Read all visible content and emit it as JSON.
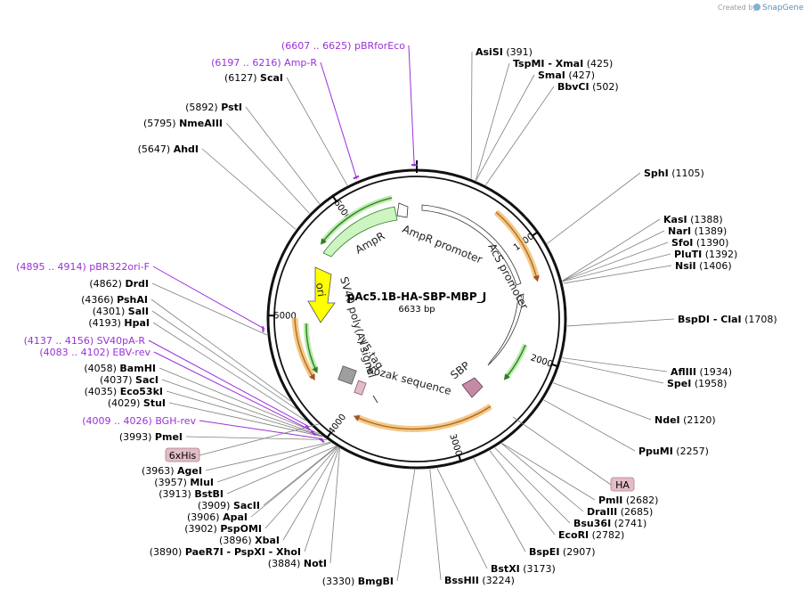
{
  "credit": {
    "prefix": "Created by",
    "brand": "SnapGene"
  },
  "plasmid": {
    "name": "pAc5.1B-HA-SBP-MBP_J",
    "length_label": "6633 bp",
    "length": 6633
  },
  "ticks": [
    {
      "pos": 1000,
      "label": "1000"
    },
    {
      "pos": 2000,
      "label": "2000"
    },
    {
      "pos": 3000,
      "label": "3000"
    },
    {
      "pos": 4000,
      "label": "4000"
    },
    {
      "pos": 5000,
      "label": "5000"
    },
    {
      "pos": 6000,
      "label": "6000"
    }
  ],
  "sites_right": [
    {
      "name": "AsiSI",
      "pos": 391,
      "poslabel": "(391)"
    },
    {
      "name": "TspMI",
      "name2": "XmaI",
      "pos": 425,
      "poslabel": "(425)"
    },
    {
      "name": "SmaI",
      "pos": 427,
      "poslabel": "(427)"
    },
    {
      "name": "BbvCI",
      "pos": 502,
      "poslabel": "(502)"
    },
    {
      "name": "SphI",
      "pos": 1105,
      "poslabel": "(1105)"
    },
    {
      "name": "KasI",
      "pos": 1388,
      "poslabel": "(1388)"
    },
    {
      "name": "NarI",
      "pos": 1389,
      "poslabel": "(1389)"
    },
    {
      "name": "SfoI",
      "pos": 1390,
      "poslabel": "(1390)"
    },
    {
      "name": "PluTI",
      "pos": 1392,
      "poslabel": "(1392)"
    },
    {
      "name": "NsiI",
      "pos": 1406,
      "poslabel": "(1406)"
    },
    {
      "name": "BspDI",
      "name2": "ClaI",
      "pos": 1708,
      "poslabel": "(1708)"
    },
    {
      "name": "AflIII",
      "pos": 1934,
      "poslabel": "(1934)"
    },
    {
      "name": "SpeI",
      "pos": 1958,
      "poslabel": "(1958)"
    },
    {
      "name": "NdeI",
      "pos": 2120,
      "poslabel": "(2120)"
    },
    {
      "name": "PpuMI",
      "pos": 2257,
      "poslabel": "(2257)"
    },
    {
      "name": "PmlI",
      "pos": 2682,
      "poslabel": "(2682)"
    },
    {
      "name": "DraIII",
      "pos": 2685,
      "poslabel": "(2685)"
    },
    {
      "name": "Bsu36I",
      "pos": 2741,
      "poslabel": "(2741)"
    },
    {
      "name": "EcoRI",
      "pos": 2782,
      "poslabel": "(2782)"
    },
    {
      "name": "BspEI",
      "pos": 2907,
      "poslabel": "(2907)"
    },
    {
      "name": "BstXI",
      "pos": 3173,
      "poslabel": "(3173)"
    },
    {
      "name": "BssHII",
      "pos": 3224,
      "poslabel": "(3224)"
    }
  ],
  "sites_left": [
    {
      "name": "BmgBI",
      "pos": 3330,
      "poslabel": "(3330)"
    },
    {
      "name": "NotI",
      "pos": 3884,
      "poslabel": "(3884)"
    },
    {
      "name": "PaeR7I",
      "name2": "PspXI",
      "name3": "XhoI",
      "pos": 3890,
      "poslabel": "(3890)"
    },
    {
      "name": "XbaI",
      "pos": 3896,
      "poslabel": "(3896)"
    },
    {
      "name": "PspOMI",
      "pos": 3902,
      "poslabel": "(3902)"
    },
    {
      "name": "ApaI",
      "pos": 3906,
      "poslabel": "(3906)"
    },
    {
      "name": "SacII",
      "pos": 3909,
      "poslabel": "(3909)"
    },
    {
      "name": "BstBI",
      "pos": 3913,
      "poslabel": "(3913)"
    },
    {
      "name": "MluI",
      "pos": 3957,
      "poslabel": "(3957)"
    },
    {
      "name": "AgeI",
      "pos": 3963,
      "poslabel": "(3963)"
    },
    {
      "name": "PmeI",
      "pos": 3993,
      "poslabel": "(3993)"
    },
    {
      "name": "StuI",
      "pos": 4029,
      "poslabel": "(4029)"
    },
    {
      "name": "Eco53kI",
      "pos": 4035,
      "poslabel": "(4035)"
    },
    {
      "name": "SacI",
      "pos": 4037,
      "poslabel": "(4037)"
    },
    {
      "name": "BamHI",
      "pos": 4058,
      "poslabel": "(4058)"
    },
    {
      "name": "HpaI",
      "pos": 4193,
      "poslabel": "(4193)"
    },
    {
      "name": "SalI",
      "pos": 4301,
      "poslabel": "(4301)"
    },
    {
      "name": "PshAI",
      "pos": 4366,
      "poslabel": "(4366)"
    },
    {
      "name": "DrdI",
      "pos": 4862,
      "poslabel": "(4862)"
    },
    {
      "name": "AhdI",
      "pos": 5647,
      "poslabel": "(5647)"
    },
    {
      "name": "NmeAIII",
      "pos": 5795,
      "poslabel": "(5795)"
    },
    {
      "name": "PstI",
      "pos": 5892,
      "poslabel": "(5892)"
    },
    {
      "name": "ScaI",
      "pos": 6127,
      "poslabel": "(6127)"
    }
  ],
  "primers": [
    {
      "range": "(6607 .. 6625)",
      "name": "pBRforEco",
      "pos": 6616
    },
    {
      "range": "(6197 .. 6216)",
      "name": "Amp-R",
      "pos": 6206
    },
    {
      "range": "(4895 .. 4914)",
      "name": "pBR322ori-F",
      "pos": 4905
    },
    {
      "range": "(4137 .. 4156)",
      "name": "SV40pA-R",
      "pos": 4147
    },
    {
      "range": "(4083 .. 4102)",
      "name": "EBV-rev",
      "pos": 4093
    },
    {
      "range": "(4009 .. 4026)",
      "name": "BGH-rev",
      "pos": 4018
    }
  ],
  "feature_tags": [
    {
      "label": "6xHis"
    },
    {
      "label": "HA"
    }
  ],
  "features": [
    {
      "name": "AmpR promoter",
      "color": "#ffffff"
    },
    {
      "name": "AmpR",
      "color": "#ccf5c2"
    },
    {
      "name": "AcS promoter",
      "color": "#ffffff"
    },
    {
      "name": "ori",
      "color": "#ffff00"
    },
    {
      "name": "SV40 poly(A) signal",
      "color": "#9e9e9e"
    },
    {
      "name": "V5 tag",
      "color": "#e3bcc6"
    },
    {
      "name": "Kozak sequence",
      "color": "#ffffff"
    },
    {
      "name": "SBP",
      "color": "#c58aa6"
    }
  ],
  "colors": {
    "backbone": "#111111",
    "orf_arc": "#e8a33a",
    "green_arc": "#4bb33a",
    "primer": "#9b30d9"
  }
}
